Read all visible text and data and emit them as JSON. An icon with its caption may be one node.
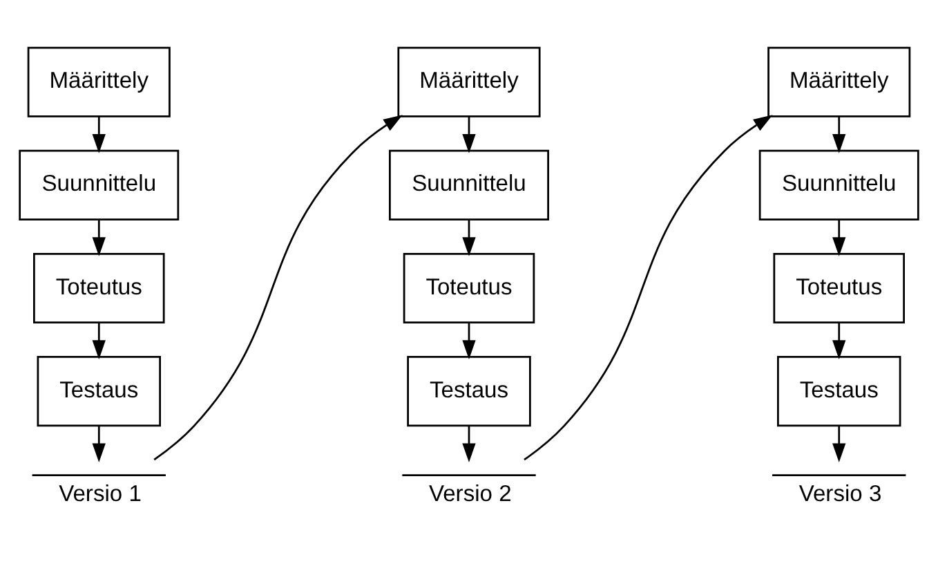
{
  "diagram": {
    "nodes": [
      {
        "text": [
          "Määrittely"
        ]
      },
      {
        "text": [
          "Suunnittelu"
        ]
      },
      {
        "text": [
          "Toteutus"
        ]
      },
      {
        "text": [
          "Testaus"
        ]
      },
      {
        "text": [
          "Versio 1"
        ]
      },
      {
        "text": [
          "Määrittely"
        ]
      },
      {
        "text": [
          "Suunnittelu"
        ]
      },
      {
        "text": [
          "Toteutus"
        ]
      },
      {
        "text": [
          "Testaus"
        ]
      },
      {
        "text": [
          "Versio 2"
        ]
      },
      {
        "text": [
          "Määrittely"
        ]
      },
      {
        "text": [
          "Suunnittelu"
        ]
      },
      {
        "text": [
          "Toteutus"
        ]
      },
      {
        "text": [
          "Testaus"
        ]
      },
      {
        "text": [
          "Versio 3"
        ]
      }
    ],
    "edges": [
      {
        "from": 0,
        "to": 1,
        "arrow": "to"
      },
      {
        "from": 1,
        "to": 2,
        "arrow": "to"
      },
      {
        "from": 2,
        "to": 3,
        "arrow": "to"
      },
      {
        "from": 3,
        "to": 4,
        "arrow": "to"
      },
      {
        "from": 4,
        "to": 5,
        "arrow": "to"
      },
      {
        "from": 5,
        "to": 6,
        "arrow": "to"
      },
      {
        "from": 6,
        "to": 7,
        "arrow": "to"
      },
      {
        "from": 7,
        "to": 8,
        "arrow": "to"
      },
      {
        "from": 8,
        "to": 9,
        "arrow": "to"
      },
      {
        "from": 9,
        "to": 10,
        "arrow": "to"
      },
      {
        "from": 10,
        "to": 11,
        "arrow": "to"
      },
      {
        "from": 11,
        "to": 12,
        "arrow": "to"
      },
      {
        "from": 12,
        "to": 13,
        "arrow": "to"
      },
      {
        "from": 13,
        "to": 14,
        "arrow": "to"
      }
    ]
  }
}
